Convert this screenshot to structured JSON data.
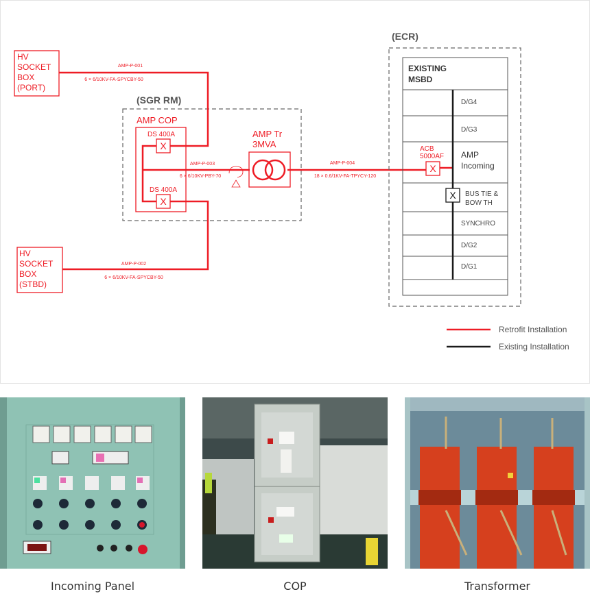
{
  "diagram": {
    "hv_port": [
      "HV",
      "SOCKET",
      "BOX",
      "(PORT)"
    ],
    "hv_stbd": [
      "HV",
      "SOCKET",
      "BOX",
      "(STBD)"
    ],
    "sgr_rm_label": "(SGR RM)",
    "amp_cop_label": "AMP COP",
    "ds_top_label": "DS 400A",
    "ds_bottom_label": "DS 400A",
    "amp_tr_label": [
      "AMP Tr",
      "3MVA"
    ],
    "ecr_label": "(ECR)",
    "msbd_label": [
      "EXISTING",
      "MSBD"
    ],
    "msbd_rows": {
      "dg4": "D/G4",
      "dg3": "D/G3",
      "amp_incoming": [
        "AMP",
        "Incoming"
      ],
      "bus_tie": [
        "BUS TIE &",
        "BOW TH"
      ],
      "synchro": "SYNCHRO",
      "dg2": "D/G2",
      "dg1": "D/G1"
    },
    "acb_label": [
      "ACB",
      "5000AF"
    ],
    "breaker_symbol": "X",
    "cables": {
      "p001_name": "AMP-P-001",
      "p001_spec": "6 × 6/10KV-FA-SPYCBY-50",
      "p002_name": "AMP-P-002",
      "p002_spec": "6 × 6/10KV-FA-SPYCBY-50",
      "p003_name": "AMP-P-003",
      "p003_spec": "6 × 6/10KV-PBY-70",
      "p004_name": "AMP-P-004",
      "p004_spec": "18 × 0.6/1KV-FA-TPYCY-120"
    },
    "legend": {
      "retrofit": "Retrofit Installation",
      "existing": "Existing Installation"
    },
    "colors": {
      "retrofit": "#ee1c25",
      "existing": "#1a1a1a",
      "frame": "#555555"
    }
  },
  "photos": [
    {
      "caption": "Incoming Panel"
    },
    {
      "caption": "COP"
    },
    {
      "caption": "Transformer"
    }
  ]
}
